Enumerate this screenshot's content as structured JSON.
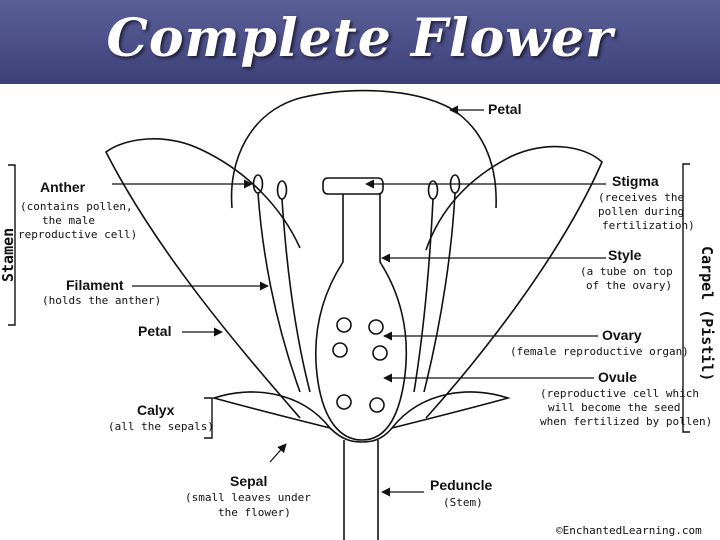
{
  "title": "Complete Flower",
  "labels": {
    "petal_top": "Petal",
    "anther": "Anther",
    "anther_desc": [
      "(contains pollen,",
      "the male",
      "reproductive cell)"
    ],
    "stamen": "Stamen",
    "filament": "Filament",
    "filament_desc": "(holds the anther)",
    "petal_left": "Petal",
    "calyx": "Calyx",
    "calyx_desc": "(all the sepals)",
    "sepal": "Sepal",
    "sepal_desc": [
      "(small leaves under",
      "the flower)"
    ],
    "stigma": "Stigma",
    "stigma_desc": [
      "(receives the",
      "pollen during",
      "fertilization)"
    ],
    "style": "Style",
    "style_desc": [
      "(a tube on top",
      "of the ovary)"
    ],
    "carpel": "Carpel (Pistil)",
    "ovary": "Ovary",
    "ovary_desc": "(female reproductive organ)",
    "ovule": "Ovule",
    "ovule_desc": [
      "(reproductive cell which",
      "will become the seed",
      "when fertilized by pollen)"
    ],
    "peduncle": "Peduncle",
    "peduncle_desc": "(Stem)",
    "credit": "©EnchantedLearning.com"
  }
}
